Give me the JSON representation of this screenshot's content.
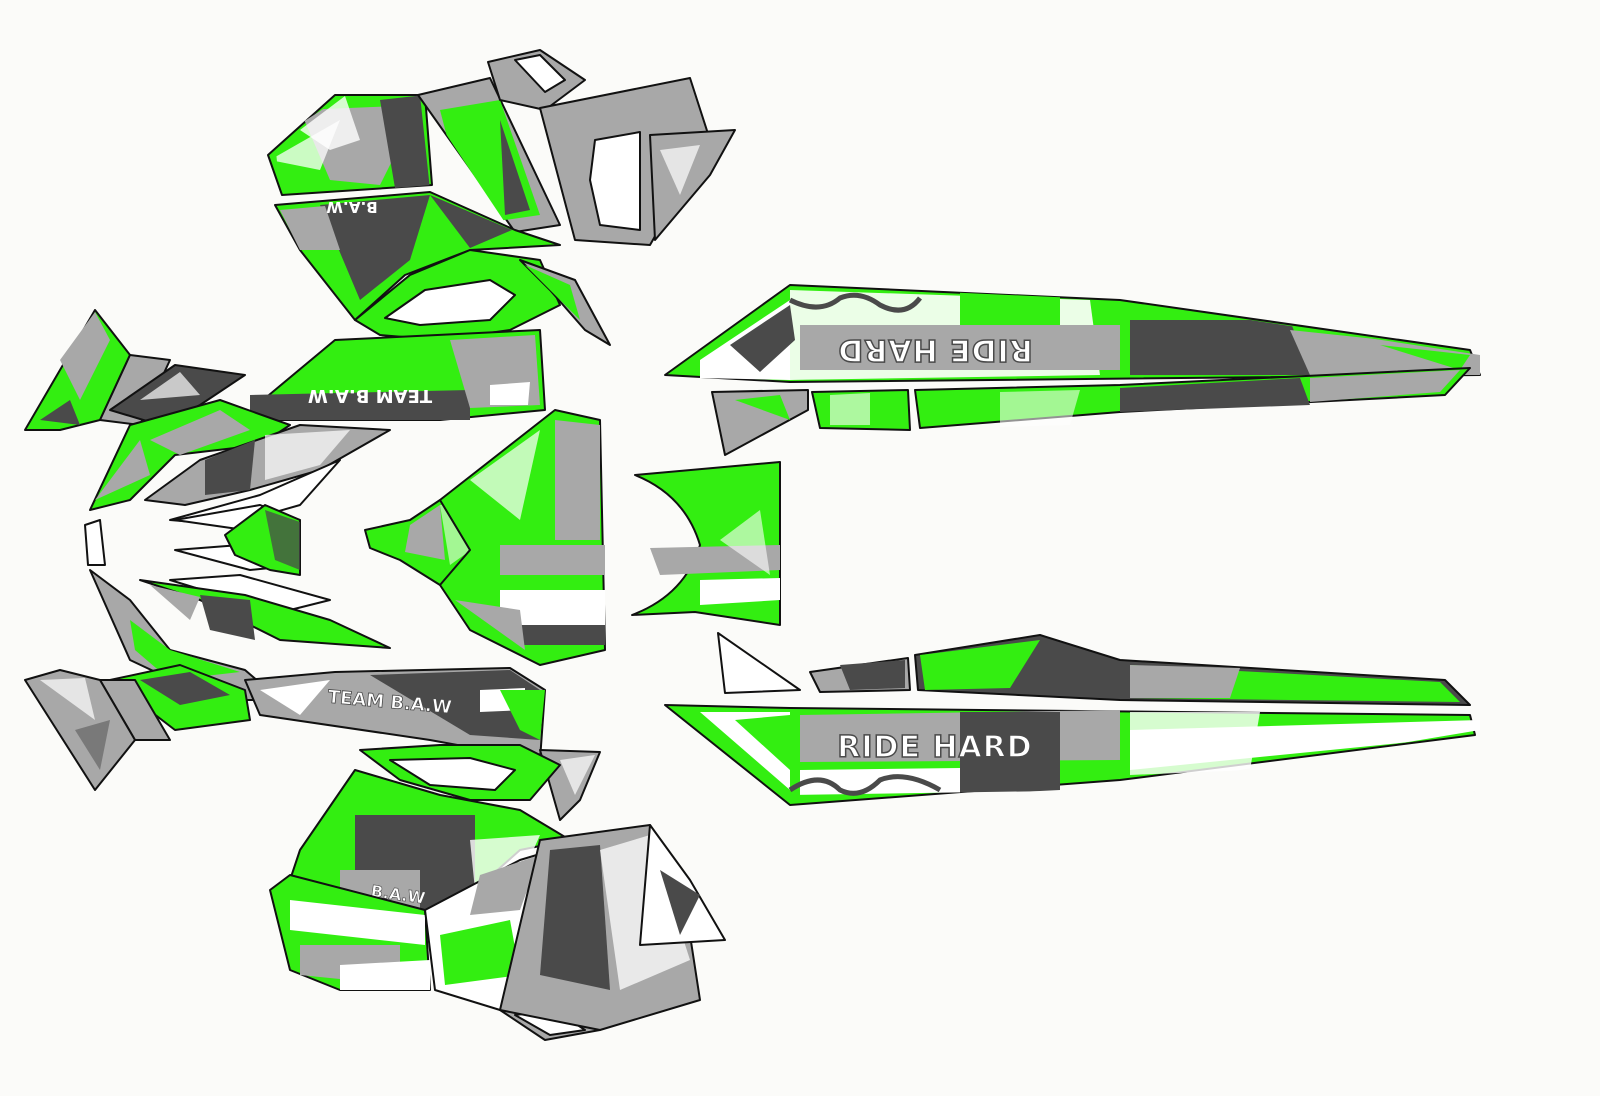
{
  "colors": {
    "green": "#33ee11",
    "gray": "#a8a8a8",
    "dark": "#4a4a4a",
    "white": "#ffffff",
    "outline": "#111111",
    "background": "#fbfbf9"
  },
  "labels": {
    "baw_top": "B.A.W",
    "baw_bottom": "B.A.W",
    "team_top": "TEAM B.A.W",
    "team_bottom": "TEAM B.A.W",
    "ride_top": "RIDE HARD",
    "ride_bottom": "RIDE HARD"
  }
}
